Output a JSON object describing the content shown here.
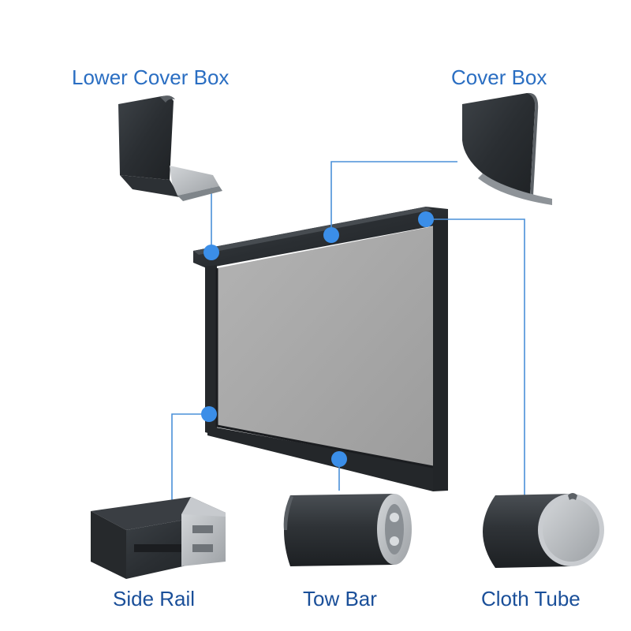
{
  "labels": {
    "lower_cover_box": "Lower Cover Box",
    "cover_box": "Cover Box",
    "side_rail": "Side Rail",
    "tow_bar": "Tow Bar",
    "cloth_tube": "Cloth Tube"
  },
  "colors": {
    "top_label_text": "#2a6ec2",
    "bottom_label_text": "#1a4f99",
    "callout_line": "#4a90d9",
    "callout_dot": "#3b8ee8",
    "frame_dark": "#2b2f33",
    "screen_fabric": "#a9a9a9",
    "aluminum_inside": "#b9bcbf"
  }
}
